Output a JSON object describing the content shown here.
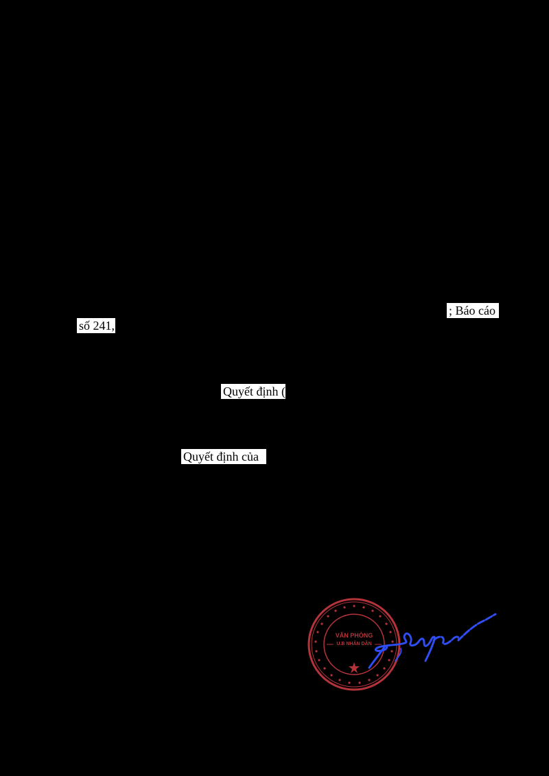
{
  "document": {
    "fragments": {
      "bao_cao": "; Báo cáo",
      "so_241": "số 241,",
      "quyet_dinh_1": "Quyết định (",
      "quyet_dinh_cua": "Quyết định của"
    }
  },
  "seal": {
    "line1": "VĂN PHÒNG",
    "line2": "U.B NHÂN DÂN",
    "color": "#b5333a"
  },
  "signature": {
    "color": "#2f4df0"
  },
  "colors": {
    "page_background": "#000000",
    "text_box_background": "#ffffff",
    "text": "#000000"
  }
}
